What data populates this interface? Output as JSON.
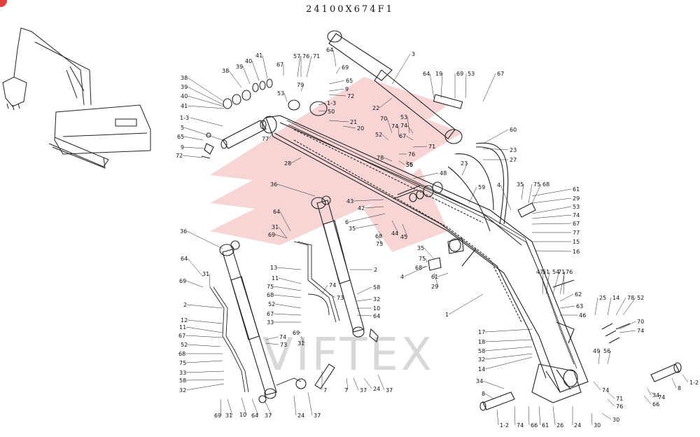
{
  "diagram": {
    "title": "24100X674F1",
    "watermark_text": "VIFTEX",
    "colors": {
      "line": "#222222",
      "watermark": "#f2b3b3",
      "watermark_text": "#d8d8d8",
      "badge": "#e0403c"
    },
    "callouts": [
      "1",
      "2",
      "3",
      "4",
      "5",
      "6",
      "7",
      "8",
      "9",
      "10",
      "11",
      "12",
      "13",
      "14",
      "15",
      "16",
      "17",
      "18",
      "19",
      "20",
      "21",
      "22",
      "23",
      "24",
      "25",
      "26",
      "27",
      "28",
      "29",
      "30",
      "31",
      "32",
      "33",
      "34",
      "35",
      "36",
      "37",
      "38",
      "39",
      "40",
      "41",
      "42",
      "43",
      "44",
      "45",
      "46",
      "47",
      "48",
      "49",
      "50",
      "51",
      "52",
      "53",
      "54",
      "55",
      "56",
      "57",
      "58",
      "59",
      "60",
      "61",
      "62",
      "63",
      "64",
      "65",
      "66",
      "67",
      "68",
      "69",
      "70",
      "71",
      "72",
      "73",
      "74",
      "75",
      "76",
      "77",
      "78",
      "79",
      "1-2",
      "1-3"
    ]
  }
}
